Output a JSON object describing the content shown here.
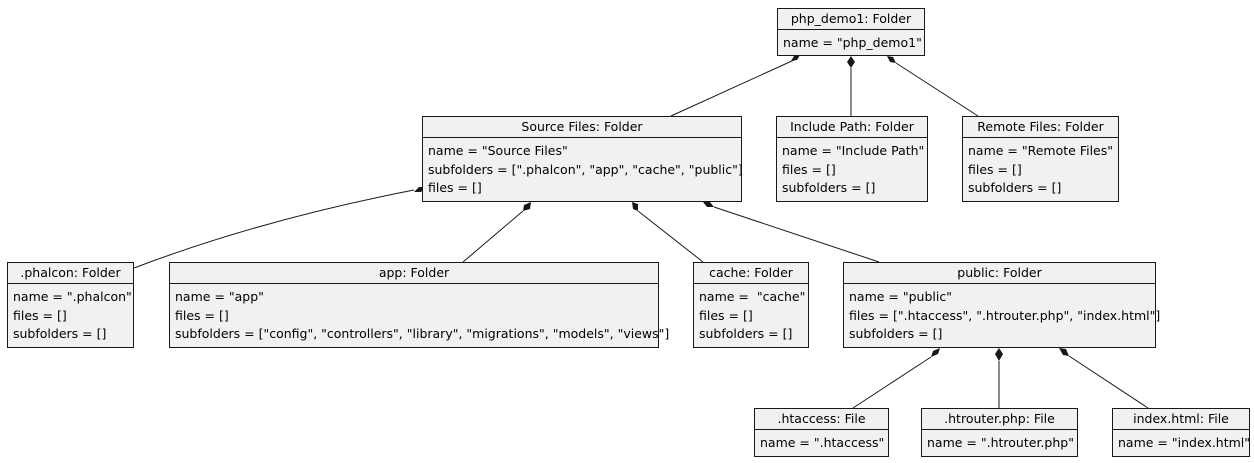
{
  "objects": {
    "php_demo1": {
      "title": "php_demo1: Folder",
      "attrs": [
        "name = \"php_demo1\""
      ]
    },
    "source_files": {
      "title": "Source Files: Folder",
      "attrs": [
        "name = \"Source Files\"",
        "subfolders = [\".phalcon\", \"app\", \"cache\", \"public\"]",
        "files = []"
      ]
    },
    "include_path": {
      "title": "Include Path: Folder",
      "attrs": [
        "name = \"Include Path\"",
        "files = []",
        "subfolders = []"
      ]
    },
    "remote_files": {
      "title": "Remote Files: Folder",
      "attrs": [
        "name = \"Remote Files\"",
        "files = []",
        "subfolders = []"
      ]
    },
    "phalcon": {
      "title": ".phalcon: Folder",
      "attrs": [
        "name = \".phalcon\"",
        "files = []",
        "subfolders = []"
      ]
    },
    "app": {
      "title": "app: Folder",
      "attrs": [
        "name = \"app\"",
        "files = []",
        "subfolders = [\"config\", \"controllers\", \"library\", \"migrations\", \"models\", \"views\"]"
      ]
    },
    "cache": {
      "title": "cache: Folder",
      "attrs": [
        "name =  \"cache\"",
        "files = []",
        "subfolders = []"
      ]
    },
    "public": {
      "title": "public: Folder",
      "attrs": [
        "name = \"public\"",
        "files = [\".htaccess\", \".htrouter.php\", \"index.html\"]",
        "subfolders = []"
      ]
    },
    "htaccess": {
      "title": ".htaccess: File",
      "attrs": [
        "name = \".htaccess\""
      ]
    },
    "htrouter": {
      "title": ".htrouter.php: File",
      "attrs": [
        "name = \".htrouter.php\""
      ]
    },
    "index_html": {
      "title": "index.html: File",
      "attrs": [
        "name = \"index.html\""
      ]
    }
  },
  "compositions": [
    {
      "from": "php_demo1",
      "to": "source_files"
    },
    {
      "from": "php_demo1",
      "to": "include_path"
    },
    {
      "from": "php_demo1",
      "to": "remote_files"
    },
    {
      "from": "source_files",
      "to": "phalcon"
    },
    {
      "from": "source_files",
      "to": "app"
    },
    {
      "from": "source_files",
      "to": "cache"
    },
    {
      "from": "source_files",
      "to": "public"
    },
    {
      "from": "public",
      "to": "htaccess"
    },
    {
      "from": "public",
      "to": "htrouter"
    },
    {
      "from": "public",
      "to": "index_html"
    }
  ],
  "colors": {
    "box_fill": "#f1f1f1",
    "border": "#181818"
  }
}
